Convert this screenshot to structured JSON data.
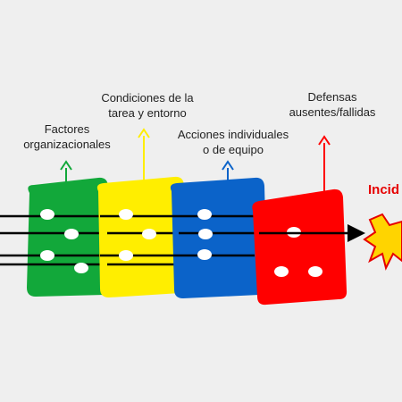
{
  "labels": {
    "factores": [
      "Factores",
      "organizacionales"
    ],
    "condiciones": [
      "Condiciones de la",
      "tarea y entorno"
    ],
    "acciones": [
      "Acciones individuales",
      "o de equipo"
    ],
    "defensas": [
      "Defensas",
      "ausentes/fallidas"
    ]
  },
  "incident_label": "Incid",
  "colors": {
    "green": "#12a83a",
    "yellow": "#ffee00",
    "blue": "#0b63c9",
    "red": "#ff0000",
    "starburst": "#ffd400",
    "incident_text": "#e60000"
  },
  "icons": {
    "starburst": "explosion-starburst-icon",
    "arrow": "up-arrow-icon"
  }
}
